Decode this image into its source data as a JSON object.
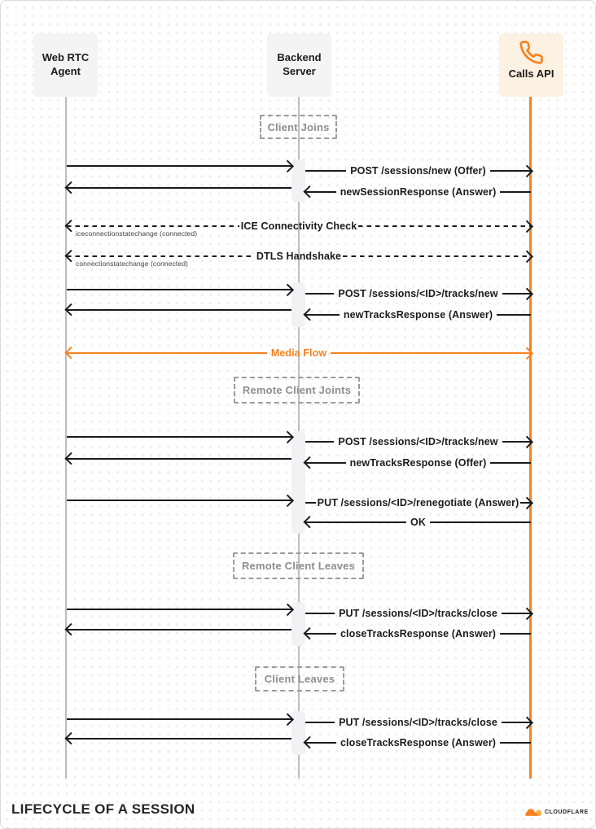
{
  "actors": [
    {
      "label": "Web RTC Agent"
    },
    {
      "label": "Backend Server"
    },
    {
      "label": "Calls API",
      "icon": "phone-icon"
    }
  ],
  "steps": [
    {
      "label": "Client Joins"
    },
    {
      "label": "Remote Client Joints"
    },
    {
      "label": "Remote Client Leaves"
    },
    {
      "label": "Client Leaves"
    }
  ],
  "messages": [
    {
      "label": "POST /sessions/new (Offer)",
      "from": "Backend Server",
      "to": "Calls API",
      "style": "solid"
    },
    {
      "label": "newSessionResponse (Answer)",
      "from": "Calls API",
      "to": "Backend Server",
      "style": "solid"
    },
    {
      "label": "ICE Connectivity Check",
      "from": "Web RTC Agent",
      "to": "Calls API",
      "style": "dashed-bidirectional",
      "note": "iceconnectionstatechange (connected)"
    },
    {
      "label": "DTLS Handshake",
      "from": "Web RTC Agent",
      "to": "Calls API",
      "style": "dashed-bidirectional",
      "note": "connectionstatechange (connected)"
    },
    {
      "label": "POST /sessions/<ID>/tracks/new",
      "from": "Backend Server",
      "to": "Calls API",
      "style": "solid"
    },
    {
      "label": "newTracksResponse (Answer)",
      "from": "Calls API",
      "to": "Backend Server",
      "style": "solid"
    },
    {
      "label": "Media Flow",
      "from": "Web RTC Agent",
      "to": "Calls API",
      "style": "orange-bidirectional"
    },
    {
      "label": "POST /sessions/<ID>/tracks/new",
      "from": "Backend Server",
      "to": "Calls API",
      "style": "solid"
    },
    {
      "label": "newTracksResponse (Offer)",
      "from": "Calls API",
      "to": "Backend Server",
      "style": "solid"
    },
    {
      "label": "PUT /sessions/<ID>/renegotiate (Answer)",
      "from": "Backend Server",
      "to": "Calls API",
      "style": "solid"
    },
    {
      "label": "OK",
      "from": "Calls API",
      "to": "Backend Server",
      "style": "solid"
    },
    {
      "label": "PUT /sessions/<ID>/tracks/close",
      "from": "Backend Server",
      "to": "Calls API",
      "style": "solid"
    },
    {
      "label": "closeTracksResponse (Answer)",
      "from": "Calls API",
      "to": "Backend Server",
      "style": "solid"
    },
    {
      "label": "PUT /sessions/<ID>/tracks/close",
      "from": "Backend Server",
      "to": "Calls API",
      "style": "solid"
    },
    {
      "label": "closeTracksResponse (Answer)",
      "from": "Calls API",
      "to": "Backend Server",
      "style": "solid"
    }
  ],
  "footer": {
    "title": "LIFECYCLE OF A SESSION",
    "brand": "CLOUDFLARE"
  },
  "colors": {
    "accent_orange": "#F6821F",
    "accent_orange_light": "#FBAD41",
    "ink": "#1B1B1B",
    "lifeline_gray": "#BDBDBD",
    "actor_box_gray": "#F4F4F5",
    "calls_api_box_cream": "#FCF1E2",
    "step_label_gray": "#8E8E8E"
  }
}
